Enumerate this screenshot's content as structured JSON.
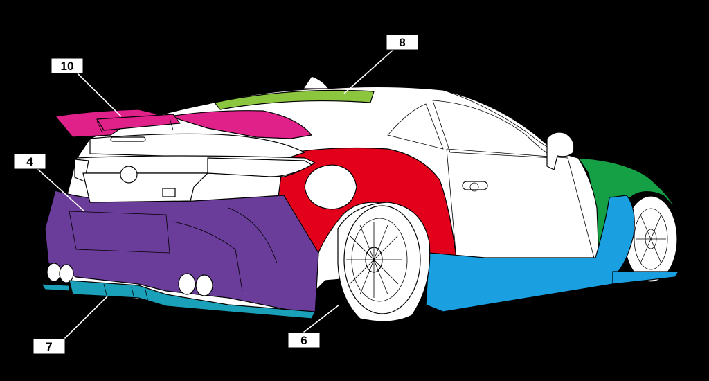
{
  "diagram": {
    "colors": {
      "background": "#000000",
      "body": "#ffffff",
      "rear_bumper": "#6a3d9a",
      "rear_diffuser": "#1aa0b8",
      "duck_tail": "#8cc63f",
      "rear_wing": "#e0218a",
      "rear_fender": "#e3001b",
      "side_skirt": "#1a9fe0",
      "front_fender": "#16a045"
    },
    "callouts": [
      {
        "id": "wing",
        "label": "10",
        "part": "rear-wing"
      },
      {
        "id": "ducktail",
        "label": "8",
        "part": "duck-tail-spoiler"
      },
      {
        "id": "bumper",
        "label": "4",
        "part": "rear-bumper"
      },
      {
        "id": "diffuser",
        "label": "7",
        "part": "rear-diffuser"
      },
      {
        "id": "wheel",
        "label": "6",
        "part": "rear-wheel"
      }
    ]
  }
}
